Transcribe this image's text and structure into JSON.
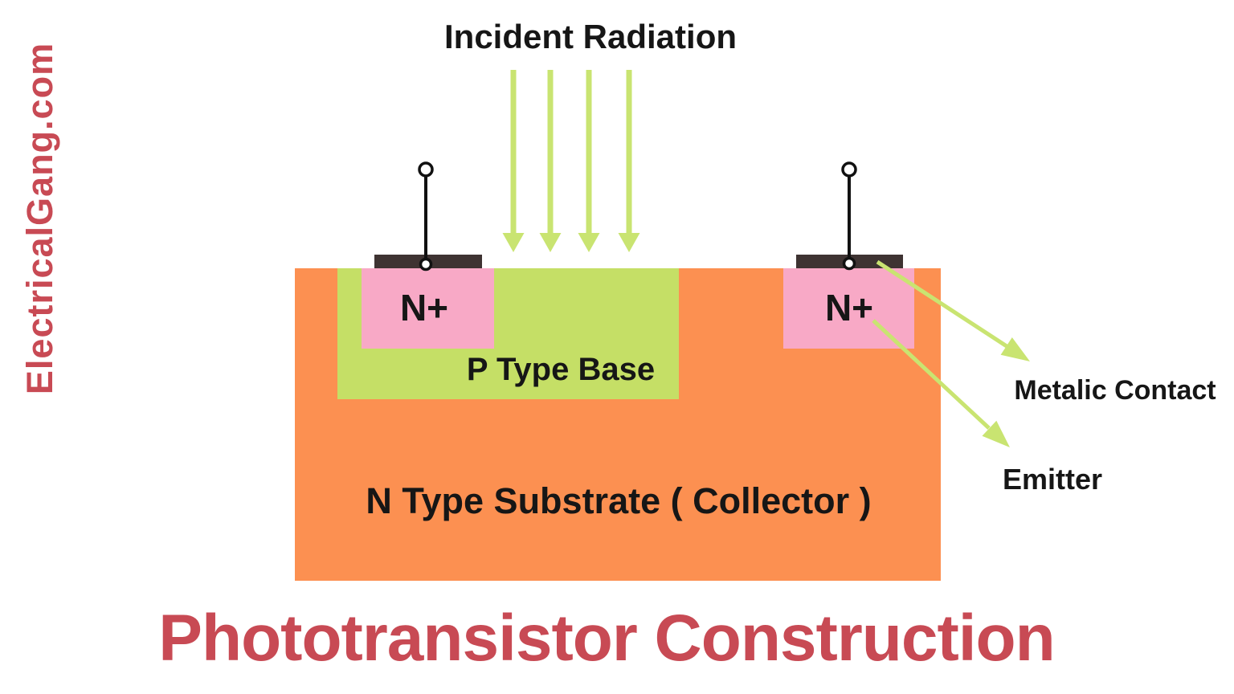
{
  "brand": {
    "text": "ElectricalGang.com"
  },
  "title": {
    "text": "Phototransistor Construction"
  },
  "diagram": {
    "incident_radiation_label": "Incident Radiation",
    "regions": {
      "substrate": {
        "label": "N Type Substrate ( Collector )"
      },
      "p_base": {
        "label": "P Type Base"
      },
      "n_plus_left": {
        "label": "N+"
      },
      "n_plus_right": {
        "label": "N+"
      }
    },
    "annotations": {
      "metallic_contact": "Metalic Contact",
      "emitter": "Emitter"
    },
    "icons": {
      "radiation_arrows": "four downward light-green arrows",
      "terminal_leads": "two wire leads with open circle terminals"
    }
  },
  "theme": {
    "bg": "#FFFFFF",
    "orange": "#FC9051",
    "regionGreen": "#C5DF66",
    "arrowGreen": "#C9E471",
    "pink": "#F8A9C6",
    "contactDark": "#3E3332",
    "brandRed": "#C84A54",
    "textBlack": "#161616",
    "wireBlack": "#111111"
  }
}
